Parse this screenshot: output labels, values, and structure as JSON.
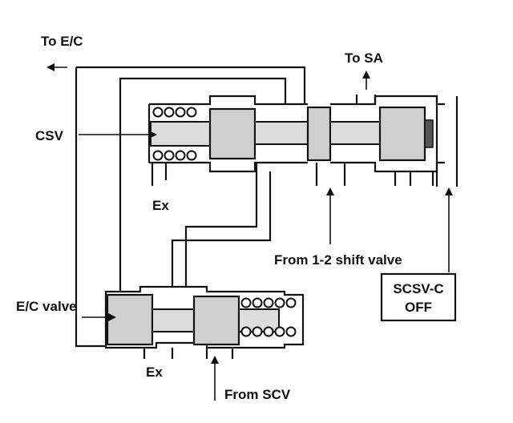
{
  "labels": {
    "to_ec": "To E/C",
    "to_sa": "To SA",
    "csv": "CSV",
    "ex_top": "Ex",
    "from_12_shift": "From 1-2 shift valve",
    "scsv_line1": "SCSV-C",
    "scsv_line2": "OFF",
    "ec_valve": "E/C valve",
    "ex_bottom": "Ex",
    "from_scv": "From SCV"
  }
}
